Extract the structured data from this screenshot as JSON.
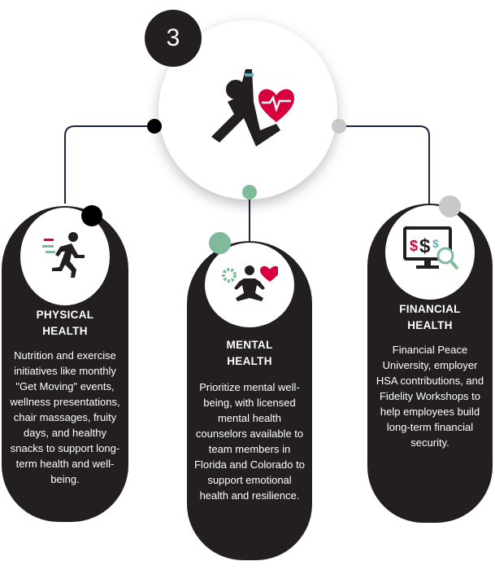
{
  "step_number": "3",
  "colors": {
    "dark": "#231f20",
    "green": "#7fba9b",
    "gray": "#c8c8c8",
    "red": "#d7003c",
    "teal": "#5fb0b7",
    "line": "#1c2340"
  },
  "center_icon": "fitness-heart-icon",
  "cards": [
    {
      "title_1": "PHYSICAL",
      "title_2": "HEALTH",
      "icon": "running-person-icon",
      "description": "Nutrition and exercise initiatives like monthly \"Get Moving\" events, wellness presentations, chair massages, fruity days, and healthy snacks to support long-term health and well-being."
    },
    {
      "title_1": "MENTAL",
      "title_2": "HEALTH",
      "icon": "meditation-icon",
      "description": "Prioritize mental well-being, with licensed mental health counselors available to team members in Florida and Colorado to support emotional health and resilience."
    },
    {
      "title_1": "FINANCIAL",
      "title_2": "HEALTH",
      "icon": "financial-monitor-icon",
      "description": "Financial Peace University, employer HSA contributions, and Fidelity Workshops to help employees build long-term financial security."
    }
  ]
}
